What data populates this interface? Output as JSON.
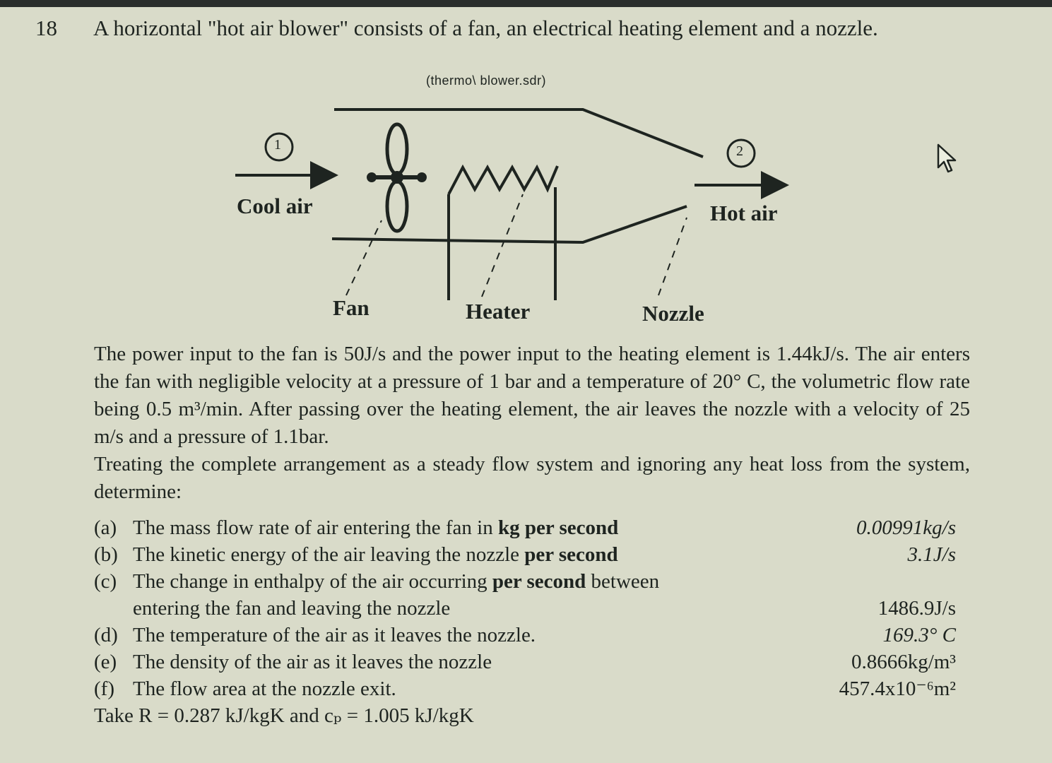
{
  "question": {
    "number": "18",
    "title": "A horizontal \"hot air blower\" consists of a fan, an electrical heating element and a nozzle.",
    "reference": "(thermo\\ blower.sdr)"
  },
  "diagram": {
    "labels": {
      "inlet_number": "1",
      "outlet_number": "2",
      "cool_air": "Cool air",
      "hot_air": "Hot air",
      "fan": "Fan",
      "heater": "Heater",
      "nozzle": "Nozzle"
    }
  },
  "body": {
    "p1": "The power input to the fan is 50J/s and the power input to the heating element is 1.44kJ/s. The air enters the fan with negligible velocity at a pressure of 1 bar and a temperature of 20° C, the volumetric flow rate being 0.5 m³/min. After passing over the heating element, the air leaves the nozzle with a velocity of 25 m/s and a pressure of 1.1bar.",
    "p2": "Treating the complete arrangement as a steady flow system and ignoring any heat loss from the system, determine:"
  },
  "items": [
    {
      "key": "(a)",
      "pre": "The mass flow rate of air entering the fan in ",
      "bold": "kg per second",
      "post": "",
      "answer": "0.00991kg/s"
    },
    {
      "key": "(b)",
      "pre": "The kinetic energy of the air leaving the nozzle ",
      "bold": "per second",
      "post": "",
      "answer": "3.1J/s"
    },
    {
      "key": "(c)",
      "pre": "The change in enthalpy of the air occurring ",
      "bold": "per second",
      "post": " between",
      "line2": "entering the fan and leaving the nozzle",
      "answer": "1486.9J/s"
    },
    {
      "key": "(d)",
      "text": "The temperature of the air as it leaves the nozzle.",
      "answer": "169.3° C"
    },
    {
      "key": "(e)",
      "text": "The density of the air as it leaves the nozzle",
      "answer": "0.8666kg/m³"
    },
    {
      "key": "(f)",
      "text": "The flow area at the nozzle exit.",
      "answer": "457.4x10⁻⁶m²"
    }
  ],
  "constants": "Take R = 0.287 kJ/kgK and cₚ = 1.005 kJ/kgK",
  "colors": {
    "background": "#d9dbc9",
    "ink": "#1e2420"
  }
}
